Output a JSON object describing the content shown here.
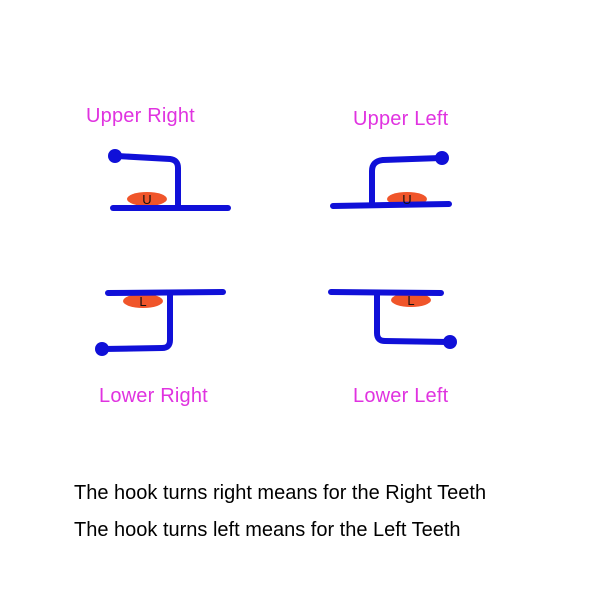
{
  "labels": {
    "upper_right": "Upper Right",
    "upper_left": "Upper Left",
    "lower_right": "Lower Right",
    "lower_left": "Lower Left"
  },
  "markers": {
    "upper_right": "U",
    "upper_left": "U",
    "lower_right": "L",
    "lower_left": "L"
  },
  "captions": {
    "line1": "The hook turns right means for the Right Teeth",
    "line2": "The hook turns left means for the Left Teeth"
  },
  "colors": {
    "label": "#e033e0",
    "hook": "#1010d8",
    "marker": "#f0552a",
    "text": "#000000"
  }
}
